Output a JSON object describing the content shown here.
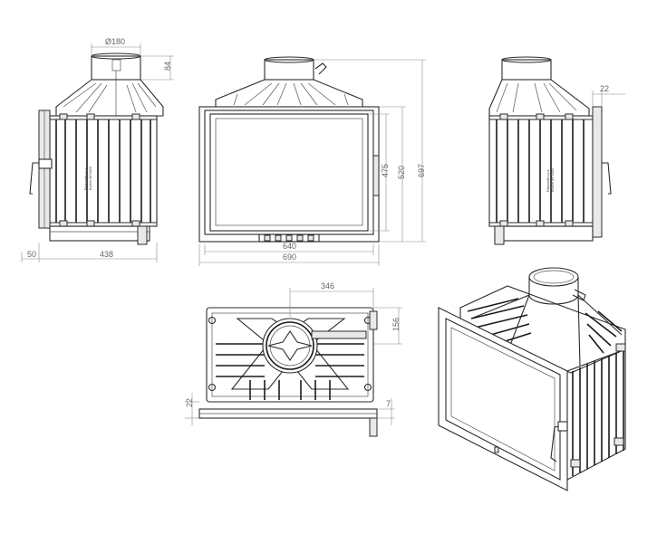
{
  "dimensions": {
    "flue_diameter": "Ø180",
    "collar_height": "84",
    "side_offset_left": "50",
    "depth": "438",
    "front_width_inner": "640",
    "front_width_outer": "690",
    "glass_height": "475",
    "door_height": "520",
    "total_height": "697",
    "side_offset_right": "22",
    "top_depth": "346",
    "top_collar_offset": "156",
    "top_left_offset": "22",
    "top_right_offset": "7"
  },
  "stamp_lines": [
    "Palazzetti s.p.a.",
    "Ecofire 697x520"
  ]
}
